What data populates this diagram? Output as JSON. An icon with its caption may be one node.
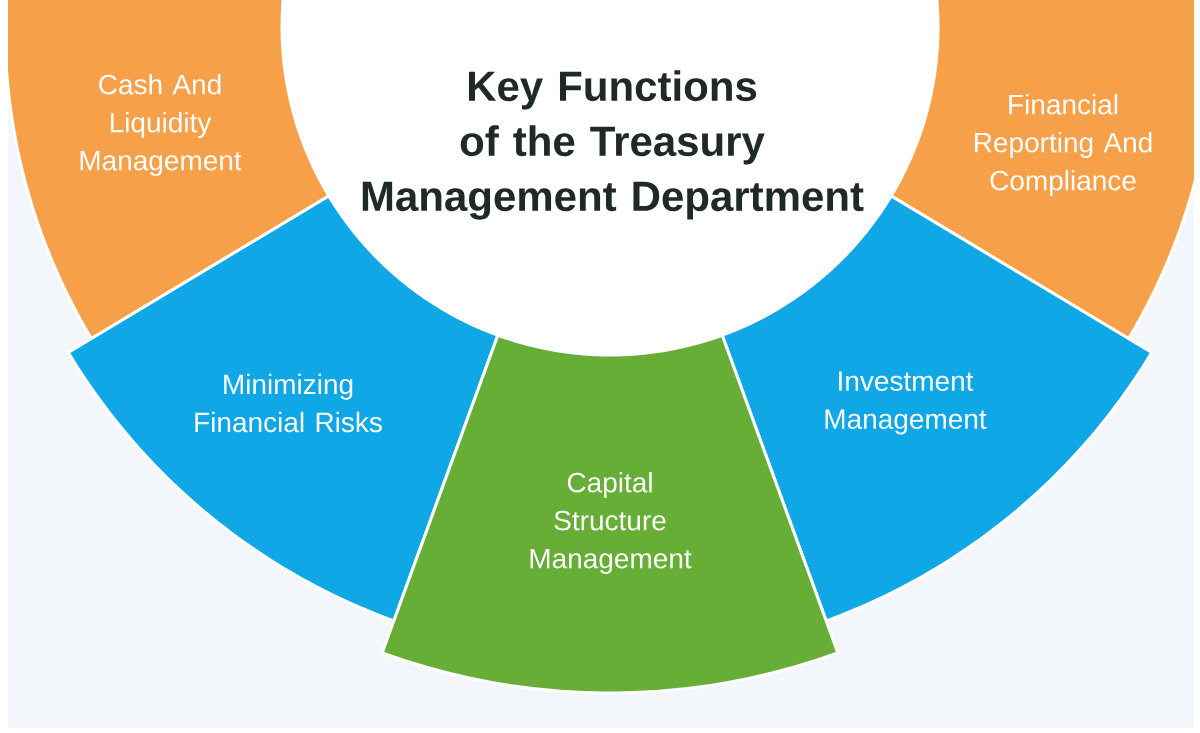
{
  "diagram": {
    "nodes": [
      {
        "text": [
          "Key Functions of the Treasury Management Department"
        ]
      },
      {
        "text": [
          "Cash And Liquidity Management"
        ]
      },
      {
        "text": [
          "Financial Reporting And Compliance"
        ]
      },
      {
        "text": [
          "Minimizing Financial Risks"
        ]
      },
      {
        "text": [
          "Investment Management"
        ]
      },
      {
        "text": [
          "Capital Structure Management"
        ]
      }
    ]
  }
}
